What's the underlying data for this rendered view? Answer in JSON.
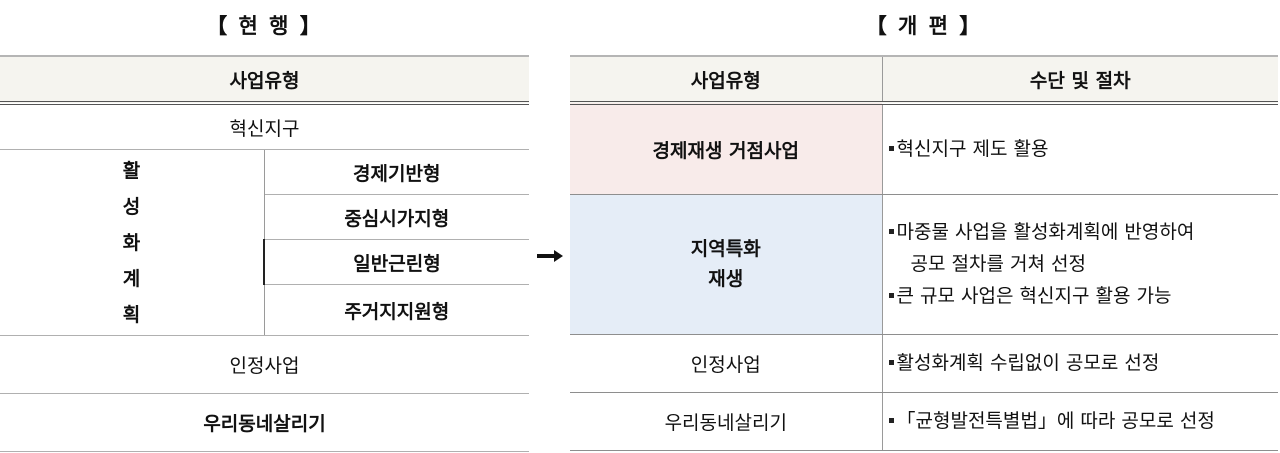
{
  "current": {
    "title": "【 현 행 】",
    "header": "사업유형",
    "rows": {
      "innovation_district": "혁신지구",
      "activation_plan": {
        "label_chars": [
          "활",
          "성",
          "화",
          "계",
          "획"
        ],
        "subtypes": [
          "경제기반형",
          "중심시가지형",
          "일반근린형",
          "주거지지원형"
        ]
      },
      "certified_project": "인정사업",
      "our_neighborhood": "우리동네살리기"
    }
  },
  "arrow": {
    "icon": "right-arrow-icon"
  },
  "reform": {
    "title": "【 개 편 】",
    "headers": [
      "사업유형",
      "수단 및 절차"
    ],
    "rows": [
      {
        "type": "경제재생 거점사업",
        "bg": "#f8ebea",
        "items": [
          "혁신지구 제도 활용"
        ]
      },
      {
        "type_lines": [
          "지역특화",
          "재생"
        ],
        "bg": "#e5edf7",
        "items": [
          "마중물 사업을 활성화계획에 반영하여",
          "공모 절차를 거쳐 선정",
          "큰 규모 사업은 혁신지구 활용 가능"
        ]
      },
      {
        "type": "인정사업",
        "items": [
          "활성화계획 수립없이 공모로 선정"
        ]
      },
      {
        "type": "우리동네살리기",
        "items": [
          "「균형발전특별법」에 따라 공모로 선정"
        ]
      }
    ]
  },
  "colors": {
    "header_bg": "#f5f4ef",
    "pink_cell": "#f8ebea",
    "blue_cell": "#e5edf7"
  }
}
